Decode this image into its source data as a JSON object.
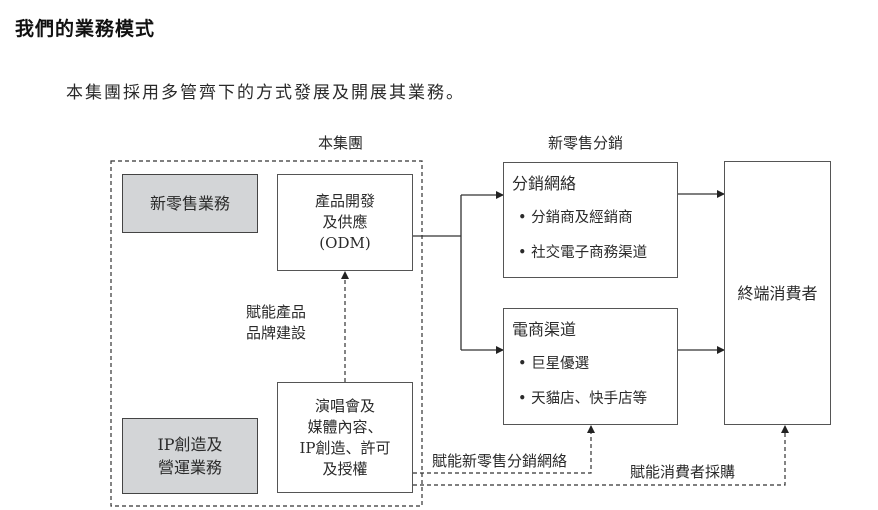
{
  "heading": "我們的業務模式",
  "intro": "本集團採用多管齊下的方式發展及開展其業務。",
  "group_label": "本集團",
  "distribution_label": "新零售分銷",
  "boxes": {
    "new_retail_business": "新零售業務",
    "ip_business": [
      "IP創造及",
      "營運業務"
    ],
    "odm": [
      "產品開發",
      "及供應",
      "(ODM)"
    ],
    "concerts": [
      "演唱會及",
      "媒體內容、",
      "IP創造、許可",
      "及授權"
    ],
    "distribution_network": {
      "title": "分銷網絡",
      "items": [
        "分銷商及經銷商",
        "社交電子商務渠道"
      ]
    },
    "ecommerce_channels": {
      "title": "電商渠道",
      "items": [
        "巨星優選",
        "天貓店、快手店等"
      ]
    },
    "end_consumers": "終端消費者"
  },
  "annotations": {
    "empower_brand": [
      "賦能產品",
      "品牌建設"
    ],
    "empower_distribution": "賦能新零售分銷網絡",
    "empower_consumer": "賦能消費者採購"
  }
}
